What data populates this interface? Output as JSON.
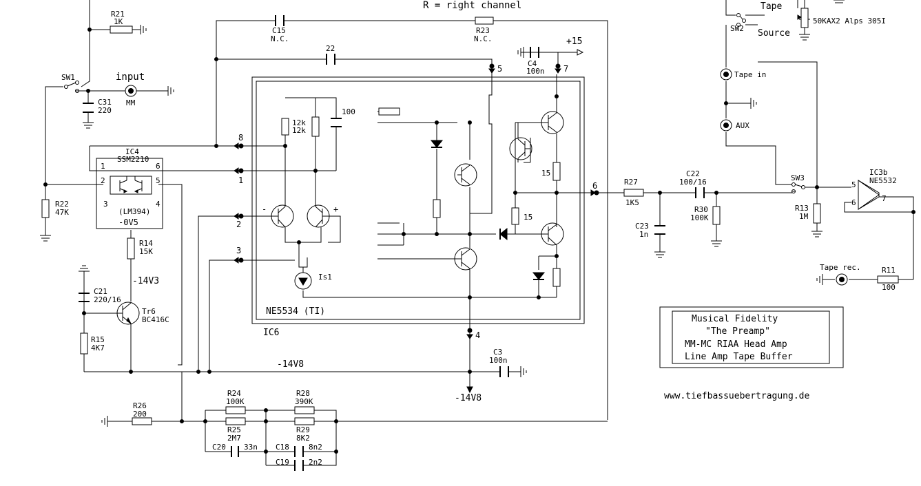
{
  "diagram": {
    "header_note": "R = right channel",
    "labels": {
      "r21": "R21",
      "r21_val": "1K",
      "sw1": "SW1",
      "input": "input",
      "input_sub": "MM",
      "c31": "C31",
      "c31_val": "220",
      "c15": "C15",
      "c15_val": "N.C.",
      "r23": "R23",
      "r23_val": "N.C.",
      "c22top": "22",
      "plus15": "+15",
      "c4": "C4",
      "c4_val": "100n",
      "pin5": "5",
      "pin7": "7",
      "pin8": "8",
      "pin1": "1",
      "pin2": "2",
      "pin3": "3",
      "pin4": "4",
      "pin6": "6",
      "r12k_a": "12k",
      "r12k_b": "12k",
      "c100": "100",
      "ic4": "IC4",
      "ic4_part": "SSM2210",
      "ic4_alt": "(LM394)",
      "ic4_bias": "-0V5",
      "ic4_p1": "1",
      "ic4_p2": "2",
      "ic4_p3": "3",
      "ic4_p4": "4",
      "ic4_p5": "5",
      "ic4_p6": "6",
      "r22": "R22",
      "r22_val": "47K",
      "r14": "R14",
      "r14_val": "15K",
      "v14v3": "-14V3",
      "c21": "C21",
      "c21_val": "220/16",
      "tr6": "Tr6",
      "tr6_part": "BC416C",
      "r15": "R15",
      "r15_val": "4K7",
      "minus": "-",
      "plus": "+",
      "is1": "Is1",
      "ne5534": "NE5534 (TI)",
      "ic6": "IC6",
      "r15ohm_a": "15",
      "r15ohm_b": "15",
      "v14v8a": "-14V8",
      "v14v8b": "-14V8",
      "c3": "C3",
      "c3_val": "100n",
      "r26": "R26",
      "r26_val": "200",
      "r24": "R24",
      "r24_val": "100K",
      "r25": "R25",
      "r25_val": "2M7",
      "r28": "R28",
      "r28_val": "390K",
      "r29": "R29",
      "r29_val": "8K2",
      "c20": "C20",
      "c20_val": "33n",
      "c18": "C18",
      "c18_val": "8n2",
      "c19": "C19",
      "c19_val": "2n2",
      "r27": "R27",
      "r27_val": "1K5",
      "c22": "C22",
      "c22_val": "100/16",
      "c23": "C23",
      "c23_val": "1n",
      "r30": "R30",
      "r30_val": "100K",
      "tape": "Tape",
      "source": "Source",
      "sw2": "SW2",
      "pot": "50KAX2 Alps 305I",
      "tape_in": "Tape in",
      "aux": "AUX",
      "sw3": "SW3",
      "r13": "R13",
      "r13_val": "1M",
      "ic3b": "IC3b",
      "ic3b_part": "NE5532",
      "ic3_p5": "5",
      "ic3_p6": "6",
      "ic3_p7": "7",
      "tape_rec": "Tape rec.",
      "r11": "R11",
      "r11_val": "100"
    },
    "title_box": {
      "line1": "Musical Fidelity",
      "line2": "\"The Preamp\"",
      "line3": "MM-MC RIAA Head Amp",
      "line4": "Line Amp Tape Buffer"
    },
    "website": "www.tiefbassuebertragung.de"
  }
}
